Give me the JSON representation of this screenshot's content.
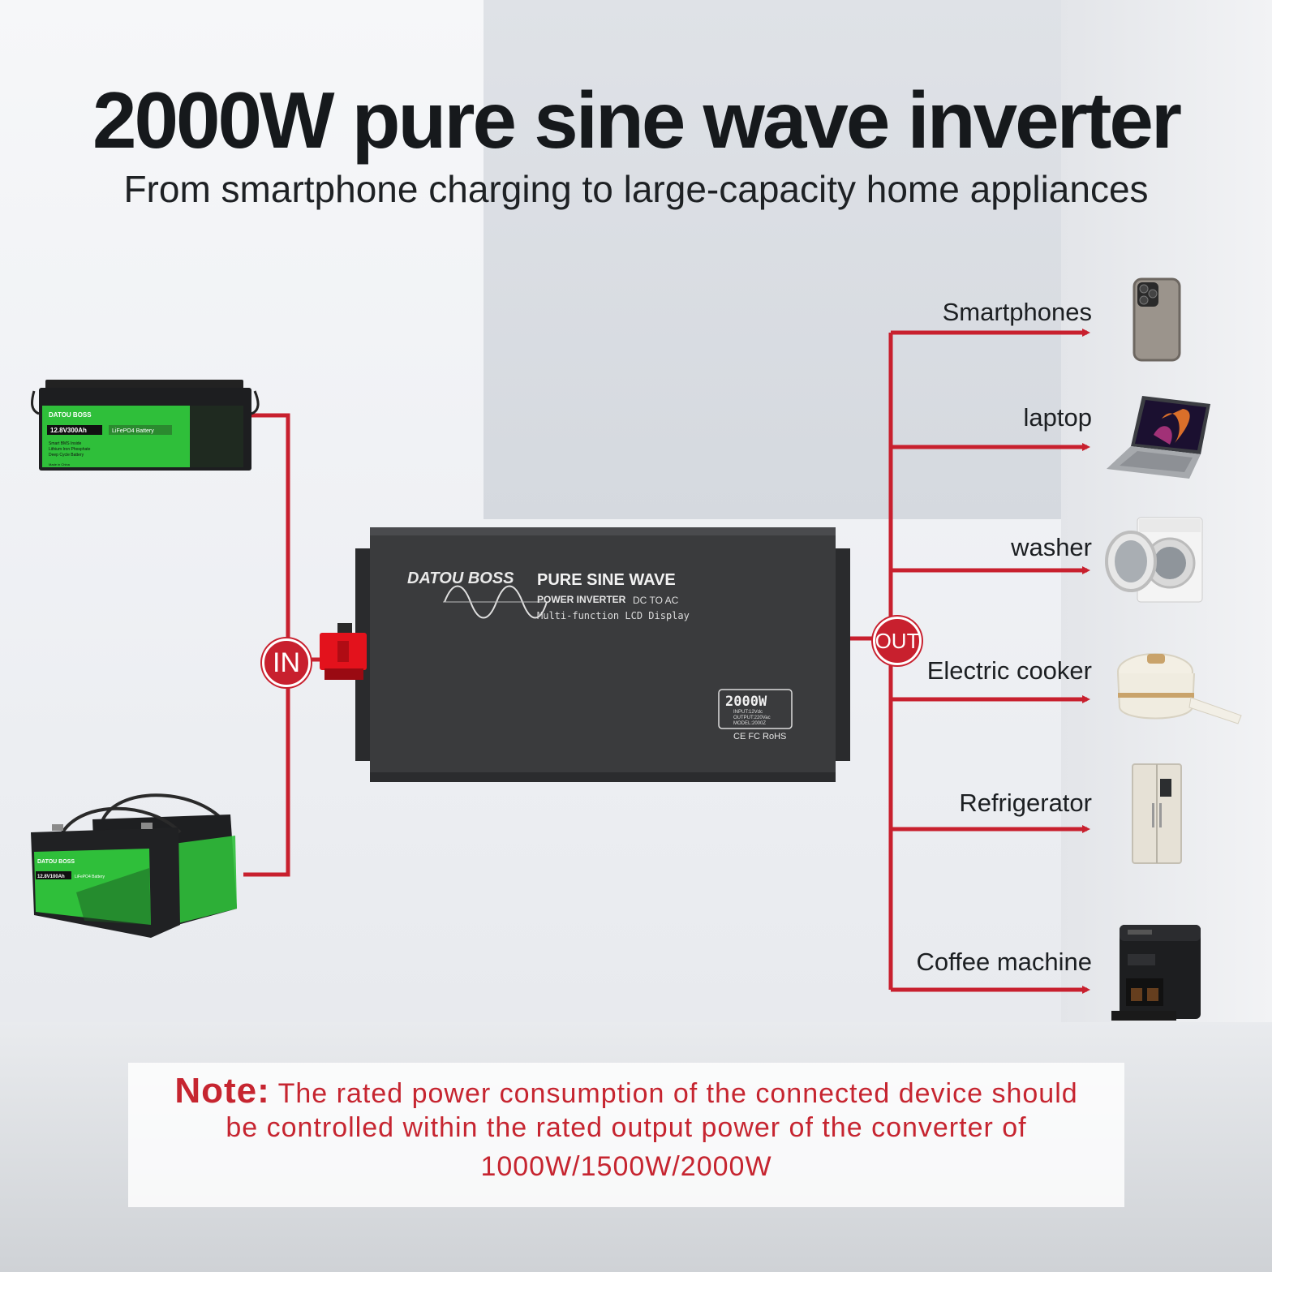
{
  "title": "2000W pure sine wave inverter",
  "subtitle": "From smartphone charging to large-capacity home appliances",
  "colors": {
    "wire": "#c8202e",
    "accent": "#c62530",
    "battery_green": "#2fbf3a",
    "inverter_body": "#3a3b3d"
  },
  "inverter": {
    "brand": "DATOU BOSS",
    "headline": "PURE SINE WAVE",
    "line2": "POWER INVERTER",
    "line2_suffix": "DC TO AC",
    "line3": "Multi-function LCD Display",
    "spec_title": "2000W",
    "spec_input": "INPUT:12Vdc",
    "spec_output": "OUTPUT:220Vac",
    "spec_model": "MODEL:2000Z",
    "certs": "CE FC RoHS"
  },
  "battery_top": {
    "brand": "DATOU BOSS",
    "rating": "12.8V300Ah",
    "type": "LiFePO4 Battery",
    "notes": [
      "Smart BMS Inside",
      "Lithium Iron Phosphate",
      "Deep Cycle Battery"
    ],
    "origin": "Made in China"
  },
  "battery_bottom": {
    "brand": "DATOU BOSS",
    "rating": "12.8V100Ah",
    "type": "LiFePO4 Battery"
  },
  "connectors": {
    "in_label": "IN",
    "out_label": "OUT"
  },
  "appliances": [
    {
      "label": "Smartphones",
      "icon": "smartphone-icon"
    },
    {
      "label": "laptop",
      "icon": "laptop-icon"
    },
    {
      "label": "washer",
      "icon": "washer-icon"
    },
    {
      "label": "Electric cooker",
      "icon": "cooker-icon"
    },
    {
      "label": "Refrigerator",
      "icon": "refrigerator-icon"
    },
    {
      "label": "Coffee machine",
      "icon": "coffee-machine-icon"
    }
  ],
  "note": {
    "label": "Note:",
    "line1": "The rated power consumption of the connected device should",
    "line2": "be controlled within the rated output power of the converter of",
    "line3": "1000W/1500W/2000W"
  }
}
